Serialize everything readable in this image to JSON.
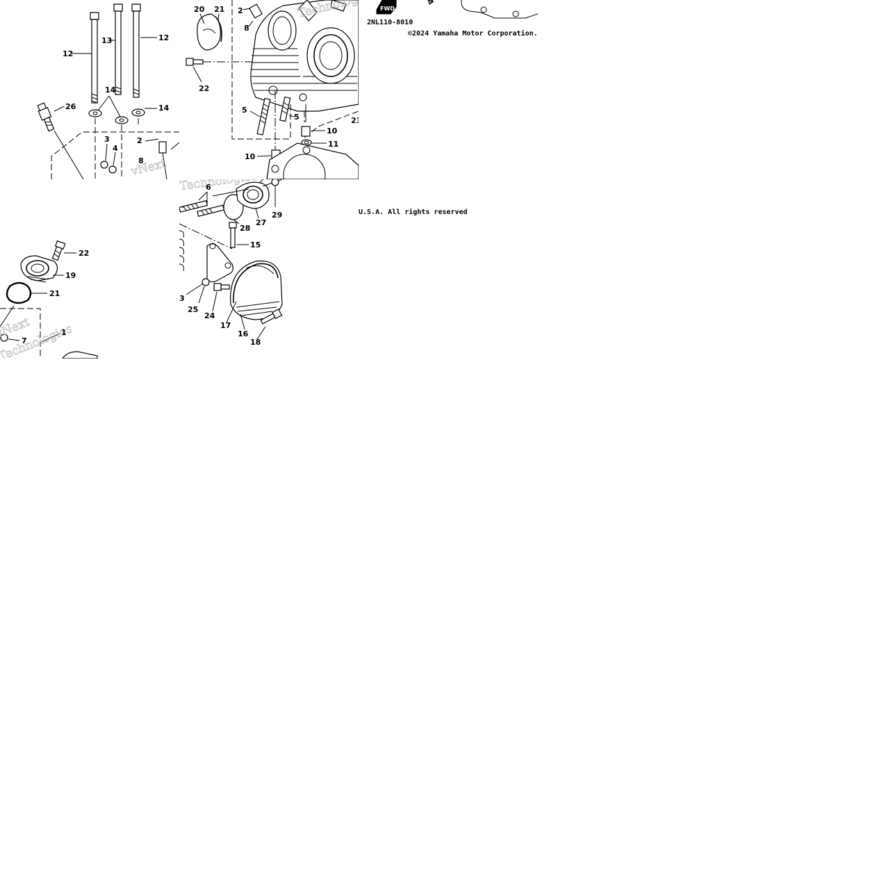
{
  "diagram": {
    "diagram_code": "2NL110-8010",
    "copyright": "©2024 Yamaha Motor Corporation.",
    "rights": "U.S.A. All rights reserved",
    "fwd_badge": "FWD",
    "watermark_lines": [
      "vNext",
      "Technologies"
    ],
    "tile_top_left": {
      "callouts": [
        "12",
        "13",
        "12",
        "14",
        "14",
        "26",
        "3",
        "4",
        "2",
        "8"
      ]
    },
    "tile_top_middle": {
      "callouts": [
        "20",
        "21",
        "2",
        "8",
        "22",
        "5",
        "5",
        "10",
        "11",
        "10",
        "23",
        "9"
      ]
    },
    "tile_middle": {
      "callouts": [
        "6",
        "28",
        "27",
        "29",
        "15",
        "3",
        "25",
        "24",
        "17",
        "16",
        "18"
      ]
    },
    "tile_bottom_left": {
      "callouts": [
        "22",
        "19",
        "21",
        "7",
        "1"
      ]
    }
  }
}
